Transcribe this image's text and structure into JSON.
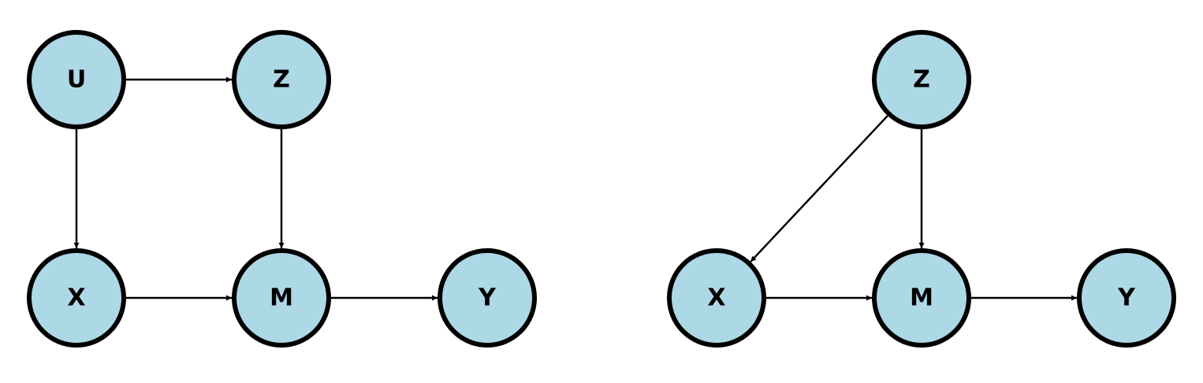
{
  "colors": {
    "node_fill": "#add8e6",
    "node_stroke": "#000000",
    "edge": "#000000",
    "background": "#ffffff"
  },
  "diagrams": [
    {
      "nodes": [
        {
          "id": "U",
          "label": "U"
        },
        {
          "id": "Z",
          "label": "Z"
        },
        {
          "id": "X",
          "label": "X"
        },
        {
          "id": "M",
          "label": "M"
        },
        {
          "id": "Y",
          "label": "Y"
        }
      ],
      "edges": [
        {
          "from": "U",
          "to": "Z"
        },
        {
          "from": "U",
          "to": "X"
        },
        {
          "from": "Z",
          "to": "M"
        },
        {
          "from": "X",
          "to": "M"
        },
        {
          "from": "M",
          "to": "Y"
        }
      ]
    },
    {
      "nodes": [
        {
          "id": "Z",
          "label": "Z"
        },
        {
          "id": "X",
          "label": "X"
        },
        {
          "id": "M",
          "label": "M"
        },
        {
          "id": "Y",
          "label": "Y"
        }
      ],
      "edges": [
        {
          "from": "Z",
          "to": "X"
        },
        {
          "from": "Z",
          "to": "M"
        },
        {
          "from": "X",
          "to": "M"
        },
        {
          "from": "M",
          "to": "Y"
        }
      ]
    }
  ]
}
